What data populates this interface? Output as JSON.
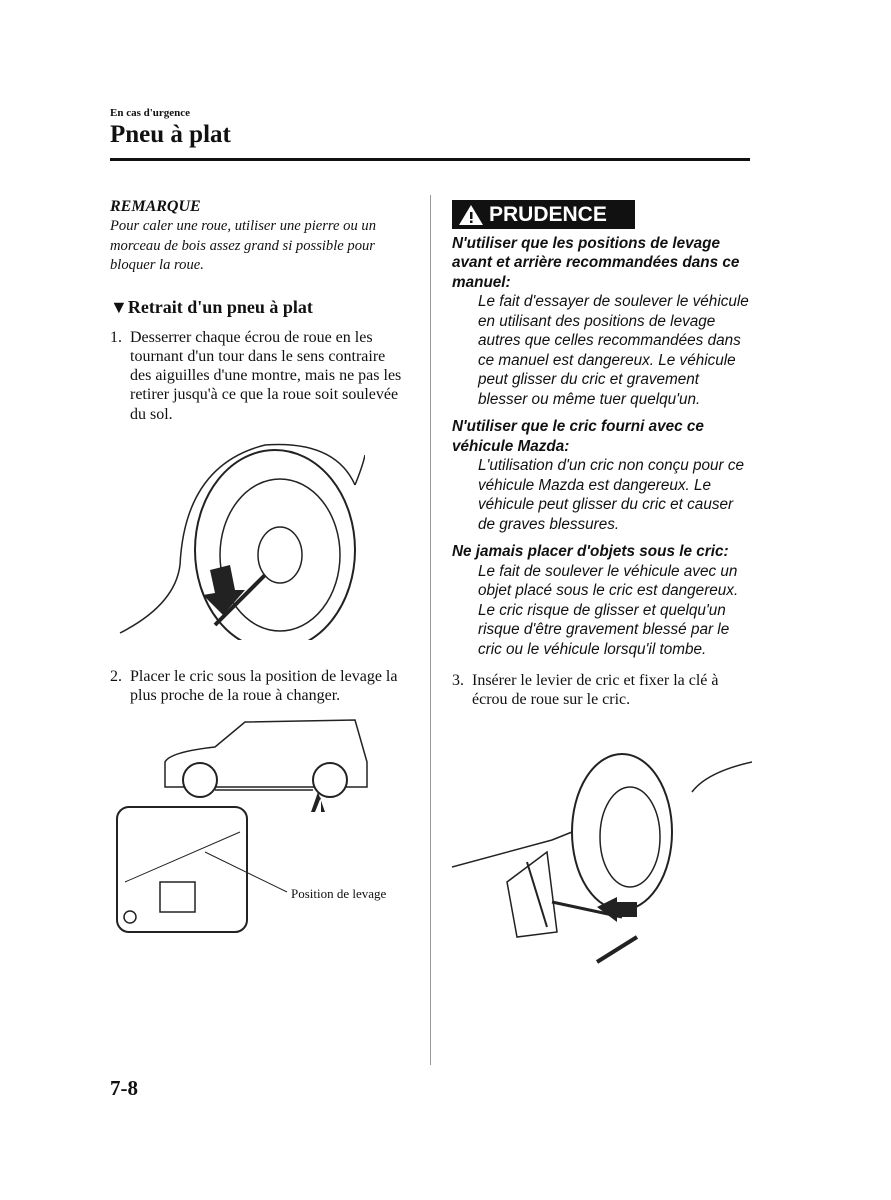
{
  "header": {
    "section": "En cas d'urgence",
    "title": "Pneu à plat"
  },
  "note": {
    "heading": "REMARQUE",
    "text": "Pour caler une roue, utiliser une pierre ou un morceau de bois assez grand si possible pour bloquer la roue."
  },
  "subsection": {
    "marker": "▼",
    "title": "Retrait d'un pneu à plat"
  },
  "steps": [
    {
      "num": "1.",
      "text": "Desserrer chaque écrou de roue en les tournant d'un tour dans le sens contraire des aiguilles d'une montre, mais ne pas les retirer jusqu'à ce que la roue soit soulevée du sol."
    },
    {
      "num": "2.",
      "text": "Placer le cric sous la position de levage la plus proche de la roue à changer."
    },
    {
      "num": "3.",
      "text": "Insérer le levier de cric et fixer la clé à écrou de roue sur le cric."
    }
  ],
  "figure_label": "Position de levage",
  "caution": {
    "label": "PRUDENCE",
    "items": [
      {
        "heading": "N'utiliser que les positions de levage avant et arrière recommandées dans ce manuel:",
        "text": "Le fait d'essayer de soulever le véhicule en utilisant des positions de levage autres que celles recommandées dans ce manuel est dangereux. Le véhicule peut glisser du cric et gravement blesser ou même tuer quelqu'un."
      },
      {
        "heading": "N'utiliser que le cric fourni avec ce véhicule Mazda:",
        "text": "L'utilisation d'un cric non conçu pour ce véhicule Mazda est dangereux. Le véhicule peut glisser du cric et causer de graves blessures."
      },
      {
        "heading": "Ne jamais placer d'objets sous le cric:",
        "text": "Le fait de soulever le véhicule avec un objet placé sous le cric est dangereux. Le cric risque de glisser et quelqu'un risque d'être gravement blessé par le cric ou le véhicule lorsqu'il tombe."
      }
    ]
  },
  "page_number": "7-8"
}
